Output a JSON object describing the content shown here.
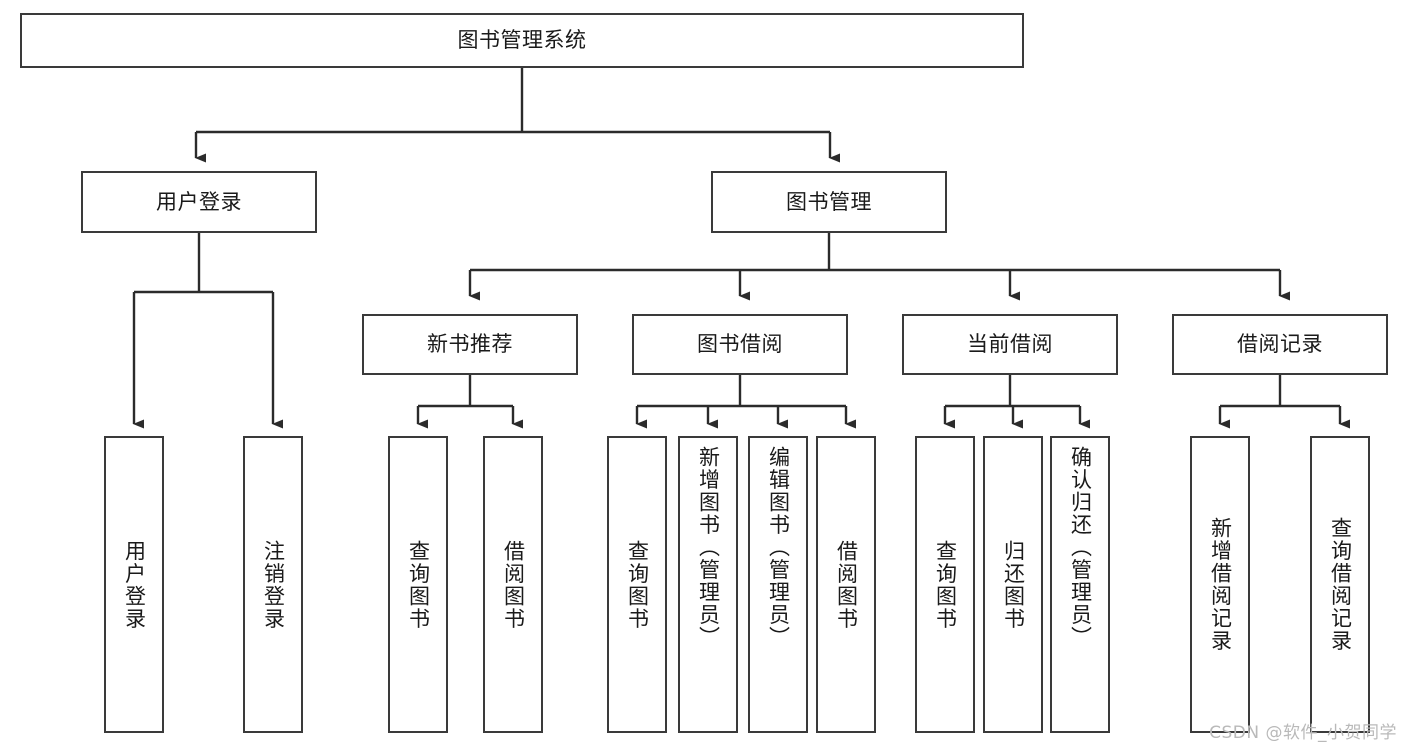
{
  "diagram": {
    "type": "tree",
    "title": "图书管理系统",
    "watermark": "CSDN @软件_小贺同学",
    "colors": {
      "box_border": "#3a3a3a",
      "box_fill": "#ffffff",
      "edge": "#2b2b2b",
      "text": "#1a1a1a",
      "watermark": "#b9b9b9"
    },
    "root": {
      "label": "图书管理系统"
    },
    "level2": [
      {
        "label": "用户登录"
      },
      {
        "label": "图书管理"
      }
    ],
    "level3": [
      {
        "label": "新书推荐"
      },
      {
        "label": "图书借阅"
      },
      {
        "label": "当前借阅"
      },
      {
        "label": "借阅记录"
      }
    ],
    "leaves": {
      "user_login": [
        {
          "label": "用户登录"
        },
        {
          "label": "注销登录"
        }
      ],
      "new_book_recommend": [
        {
          "label": "查询图书"
        },
        {
          "label": "借阅图书"
        }
      ],
      "book_borrow": [
        {
          "label": "查询图书"
        },
        {
          "label": "新增图书（管理员）"
        },
        {
          "label": "编辑图书（管理员）"
        },
        {
          "label": "借阅图书"
        }
      ],
      "current_borrow": [
        {
          "label": "查询图书"
        },
        {
          "label": "归还图书"
        },
        {
          "label": "确认归还（管理员）"
        }
      ],
      "borrow_record": [
        {
          "label": "新增借阅记录"
        },
        {
          "label": "查询借阅记录"
        }
      ]
    }
  }
}
